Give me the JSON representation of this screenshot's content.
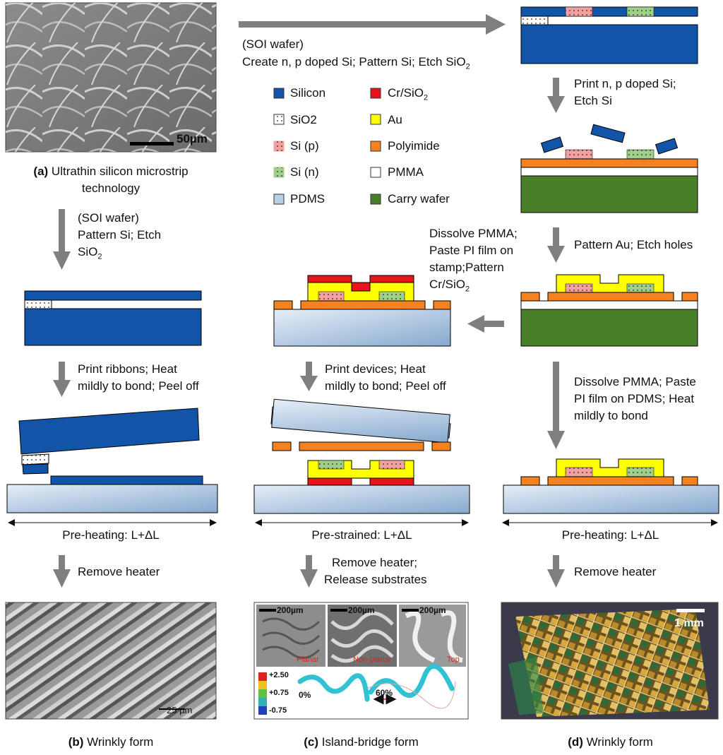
{
  "panel_a": {
    "scale_bar": "50µm",
    "caption_label": "(a)",
    "caption_line1": "Ultrathin silicon microstrip",
    "caption_line2": "technology"
  },
  "top_step": {
    "line1": "(SOI wafer)",
    "line2": "Create n, p doped Si; Pattern Si; Etch SiO",
    "line2_sub": "2"
  },
  "legend": {
    "left": [
      {
        "label": "Silicon",
        "color": "#1255a8",
        "pattern": "solid"
      },
      {
        "label": "SiO2",
        "color": "#ffffff",
        "pattern": "dots"
      },
      {
        "label": "Si (p)",
        "color": "#f2a0a0",
        "pattern": "dots"
      },
      {
        "label": "Si (n)",
        "color": "#9fcf8a",
        "pattern": "dots"
      },
      {
        "label": "PDMS",
        "color": "#b8cfe6",
        "pattern": "solid"
      }
    ],
    "right": [
      {
        "label": "Cr/SiO",
        "sub": "2",
        "color": "#e8141c",
        "pattern": "solid"
      },
      {
        "label": "Au",
        "color": "#ffff00",
        "pattern": "solid"
      },
      {
        "label": "Polyimide",
        "color": "#f58220",
        "pattern": "solid"
      },
      {
        "label": "PMMA",
        "color": "#ffffff",
        "pattern": "solid"
      },
      {
        "label": "Carry wafer",
        "color": "#4a7f2a",
        "pattern": "solid"
      }
    ]
  },
  "steps": {
    "right_print": [
      "Print n, p doped Si;",
      "Etch Si"
    ],
    "right_pattern": "Pattern Au; Etch holes",
    "middle_dissolve": [
      "Dissolve PMMA;",
      "Paste PI film on",
      "stamp;Pattern",
      "Cr/SiO"
    ],
    "middle_dissolve_sub": "2",
    "left_soi": [
      "(SOI wafer)",
      "Pattern Si; Etch",
      "SiO"
    ],
    "left_soi_sub": "2",
    "left_print": [
      "Print ribbons; Heat",
      "mildly  to bond; Peel off"
    ],
    "middle_print": [
      "Print devices; Heat",
      "mildly  to bond; Peel off"
    ],
    "right_dissolve": [
      "Dissolve PMMA; Paste",
      "PI film on PDMS; Heat",
      "mildly  to bond"
    ],
    "pre_left": "Pre-heating: L+ΔL",
    "pre_middle": "Pre-strained: L+ΔL",
    "pre_right": "Pre-heating: L+ΔL",
    "remove_left": "Remove heater",
    "remove_middle": [
      "Remove heater;",
      "Release substrates"
    ],
    "remove_right": "Remove heater"
  },
  "panel_b": {
    "scale_bar": "25 µm",
    "caption_label": "(b)",
    "caption": "Wrinkly form"
  },
  "panel_c": {
    "scale_bars": [
      "200µm",
      "200µm",
      "200µm"
    ],
    "tags": [
      "Planar",
      "Non-planar",
      "Top"
    ],
    "colorbar": [
      "+2.50",
      "+0.75",
      "-0.75"
    ],
    "strain_0": "0%",
    "strain_60": "60%",
    "caption_label": "(c)",
    "caption": "Island-bridge form"
  },
  "panel_d": {
    "scale_bar": "1 mm",
    "caption_label": "(d)",
    "caption": "Wrinkly form"
  },
  "colors": {
    "arrow": "#7f7f7f",
    "silicon": "#1255a8",
    "polyimide": "#f58220",
    "au": "#ffff00",
    "cr": "#e8141c",
    "carry": "#4a7f2a",
    "pdms": "#b8cfe6"
  }
}
